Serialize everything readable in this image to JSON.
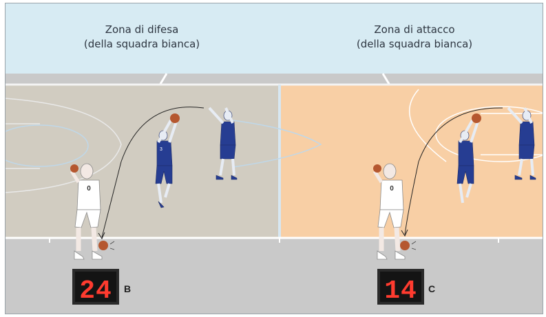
{
  "zones": {
    "left": {
      "line1": "Zona di difesa",
      "line2": "(della squadra bianca)"
    },
    "right": {
      "line1": "Zona di attacco",
      "line2": "(della squadra bianca)"
    }
  },
  "panels": [
    {
      "letter": "B",
      "shot_clock": "24"
    },
    {
      "letter": "C",
      "shot_clock": "14"
    }
  ],
  "players": {
    "white_number": "0",
    "blue_number": "3"
  },
  "colors": {
    "sky": "#d7ebf3",
    "court_left": "#d1ccc1",
    "court_right": "#f8cfa5",
    "floor": "#c9c9c9",
    "blue_team": "#263d92",
    "ball": "#b5572f",
    "digit_red": "#ff3b2f"
  }
}
